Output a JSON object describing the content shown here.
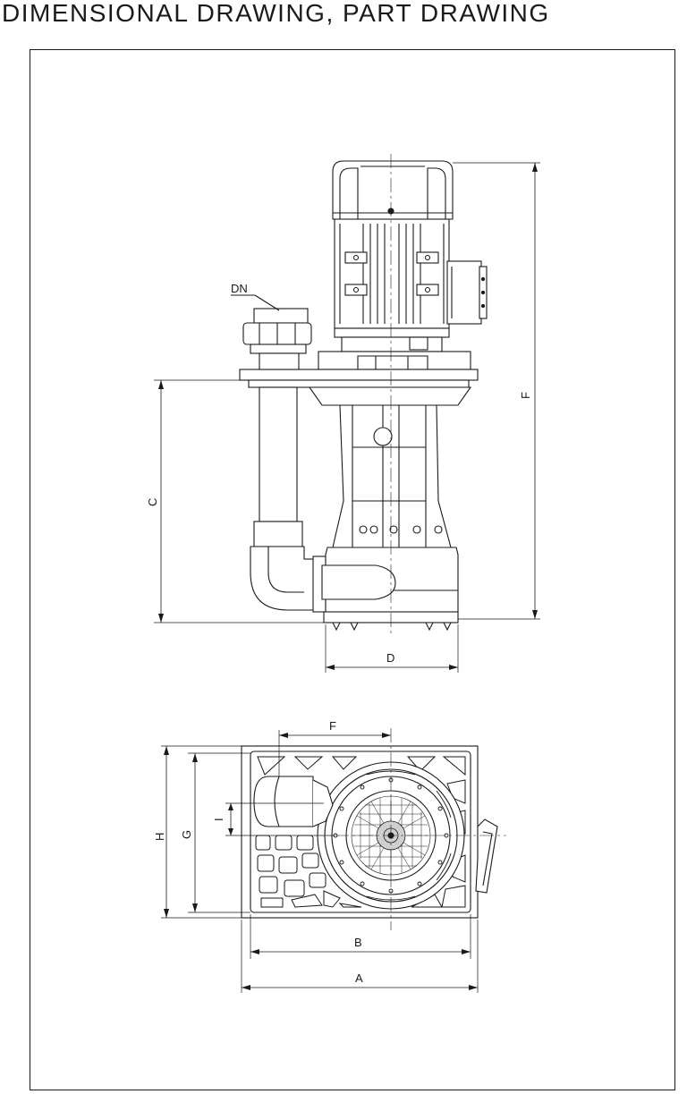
{
  "title": "DIMENSIONAL DRAWING, PART DRAWING",
  "labels": {
    "dn": "DN",
    "a": "A",
    "b": "B",
    "c": "C",
    "d": "D",
    "f_side": "F",
    "f_top": "F",
    "g": "G",
    "h": "H",
    "i": "I"
  },
  "colors": {
    "line": "#1a1a1a",
    "fill": "#ffffff",
    "shade": "#e6e6e6"
  }
}
